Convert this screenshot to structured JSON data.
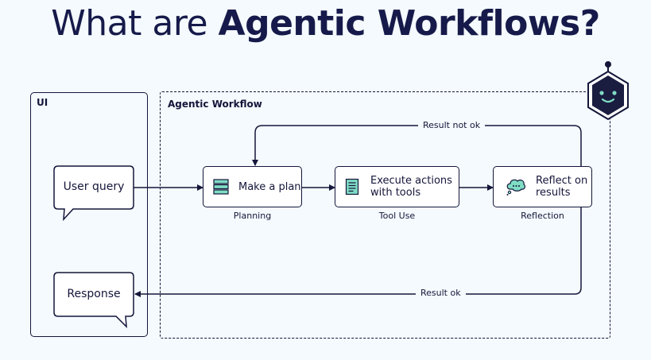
{
  "title": {
    "light": "What are ",
    "bold": "Agentic Workflows?"
  },
  "ui_panel": {
    "label": "UI"
  },
  "workflow_panel": {
    "label": "Agentic Workflow"
  },
  "nodes": {
    "user_query": "User query",
    "response": "Response",
    "plan": {
      "line1": "Make a plan",
      "caption": "Planning",
      "icon": "stack-icon"
    },
    "execute": {
      "line1": "Execute actions",
      "line2": "with tools",
      "caption": "Tool Use",
      "icon": "document-icon"
    },
    "reflect": {
      "line1": "Reflect on",
      "line2": "results",
      "caption": "Reflection",
      "icon": "thought-bubble-icon"
    }
  },
  "edges": {
    "result_not_ok": "Result not ok",
    "result_ok": "Result ok"
  },
  "colors": {
    "ink": "#14163a",
    "accent": "#7fdcc4",
    "robot_face": "#1a1c40",
    "background": "#f4fafd"
  }
}
